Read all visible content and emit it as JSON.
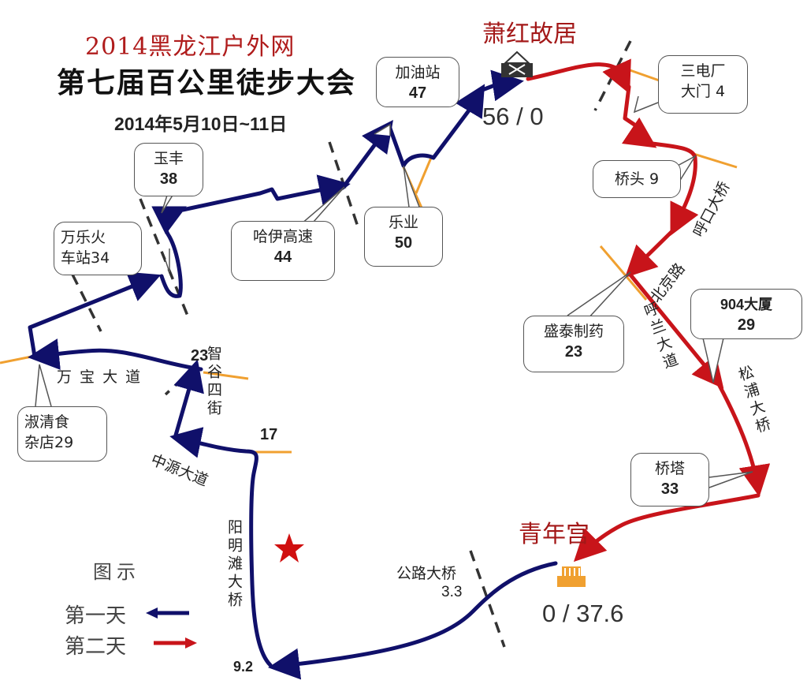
{
  "header": {
    "organizer": "2014黑龙江户外网",
    "event_title": "第七届百公里徒步大会",
    "date": "2014年5月10日~11日"
  },
  "landmarks": {
    "start_end_day2_end": {
      "name": "萧红故居",
      "km": "56 / 0",
      "icon": "house-icon"
    },
    "day1_start": {
      "name": "青年宫",
      "km": "0 / 37.6",
      "icon": "palace-icon"
    }
  },
  "checkpoints_day1": [
    {
      "name": "公路大桥",
      "km": "3.3"
    },
    {
      "name": "阳明滩大桥",
      "km": "9.2"
    },
    {
      "name": "中源大道",
      "km": "17"
    },
    {
      "name": "智谷四街",
      "km": "23"
    },
    {
      "name": "淑清食杂店",
      "km": "29",
      "label": "淑清食\n杂店29"
    },
    {
      "name": "万乐火车站",
      "km": "34",
      "label": "万乐火\n车站34"
    },
    {
      "name": "玉丰",
      "km": "38"
    },
    {
      "name": "哈伊高速",
      "km": "44"
    },
    {
      "name": "加油站",
      "km": "47"
    },
    {
      "name": "乐业",
      "km": "50"
    }
  ],
  "checkpoints_day2": [
    {
      "name": "三电厂大门",
      "km": "4",
      "line1": "三电厂",
      "line2": "大门 4"
    },
    {
      "name": "桥头",
      "km": "9",
      "label": "桥头 9"
    },
    {
      "name": "盛泰制药",
      "km": "23"
    },
    {
      "name": "904大厦",
      "km": "29"
    },
    {
      "name": "桥塔",
      "km": "33"
    }
  ],
  "roads": {
    "wanbao": "万 宝 大 道",
    "zhigu": "智谷四街",
    "zhongyuan": "中源大道",
    "yangmingtan": "阳明滩大桥",
    "hukou": "呼口大桥",
    "beijing": "北京路",
    "hulan": "呼兰大道",
    "songpu": "松浦大桥"
  },
  "legend": {
    "title": "图示",
    "day1": {
      "label": "第一天",
      "color": "#1a1a6e",
      "direction": "left"
    },
    "day2": {
      "label": "第二天",
      "color": "#c01010",
      "direction": "right"
    }
  },
  "colors": {
    "day1_route": "#10106a",
    "day2_route": "#c8141a",
    "checkpoint_line": "#f0a030",
    "boundary_dash": "#333333",
    "landmark_text": "#a31818",
    "star": "#d01010"
  }
}
